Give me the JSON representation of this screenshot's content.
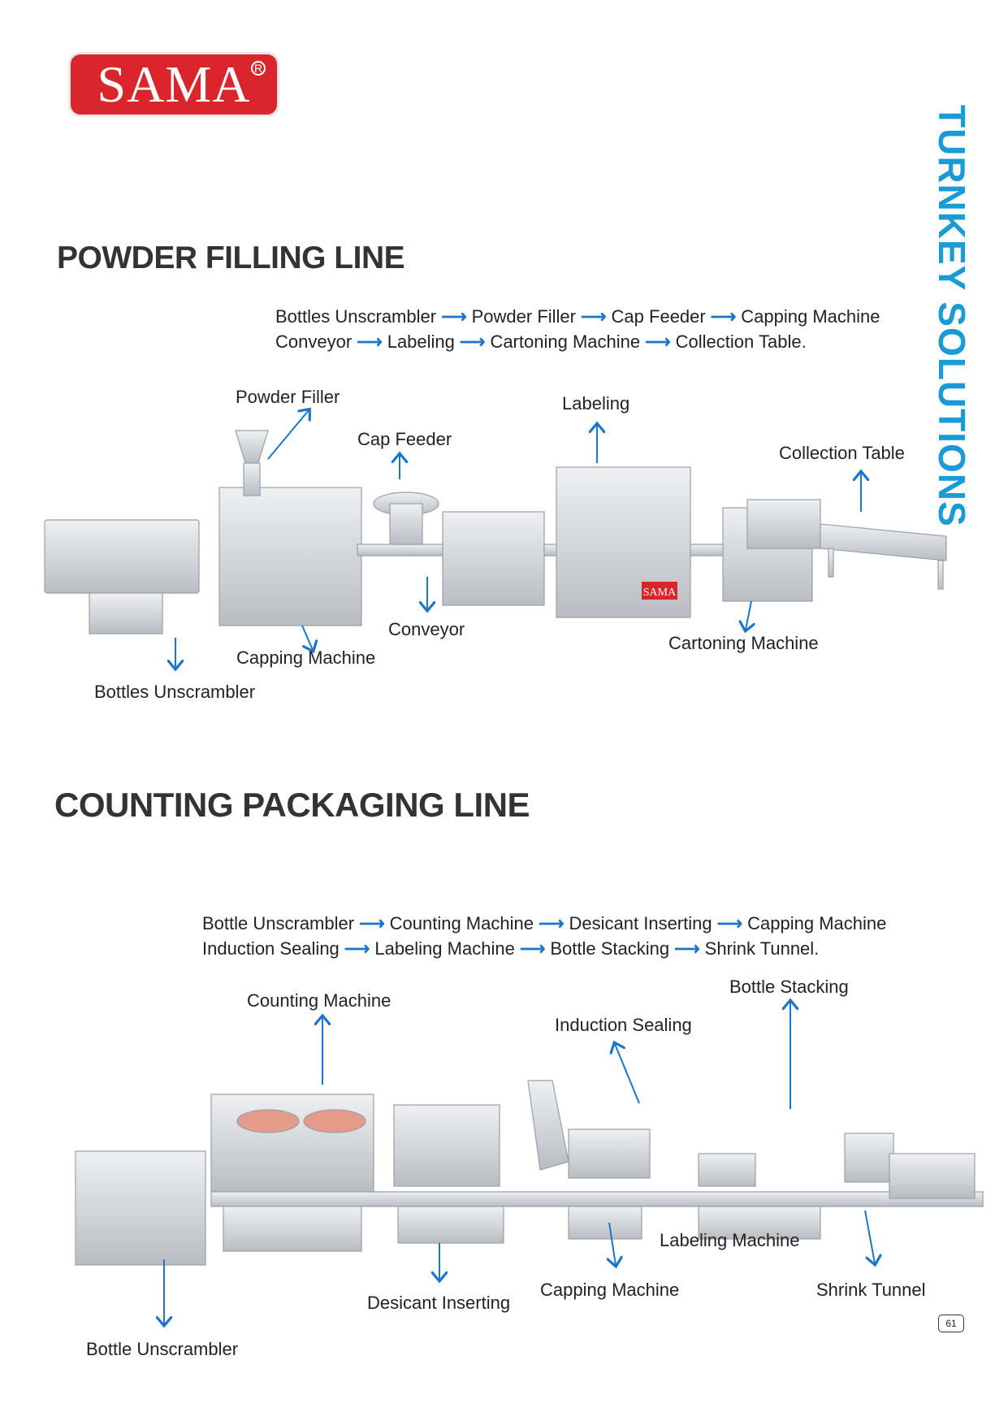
{
  "logo": {
    "text": "SAMA",
    "mark": "R"
  },
  "side_title": "TURNKEY SOLUTIONS",
  "powder": {
    "title": "POWDER FILLING LINE",
    "flow_line1": [
      "Bottles Unscrambler",
      "Powder Filler",
      "Cap Feeder",
      "Capping Machine"
    ],
    "flow_line2": [
      "Conveyor",
      "Labeling",
      "Cartoning Machine",
      "Collection Table."
    ],
    "labels": {
      "powder_filler": "Powder Filler",
      "cap_feeder": "Cap Feeder",
      "labeling": "Labeling",
      "collection_table": "Collection Table",
      "conveyor": "Conveyor",
      "cartoning_machine": "Cartoning Machine",
      "capping_machine": "Capping Machine",
      "bottles_unscrambler": "Bottles Unscrambler"
    },
    "machine_badge": "SAMA"
  },
  "counting": {
    "title": "COUNTING PACKAGING LINE",
    "flow_line1": [
      "Bottle Unscrambler",
      "Counting Machine",
      "Desicant Inserting",
      "Capping Machine"
    ],
    "flow_line2": [
      "Induction Sealing",
      "Labeling Machine",
      "Bottle Stacking",
      "Shrink Tunnel."
    ],
    "labels": {
      "counting_machine": "Counting Machine",
      "bottle_stacking": "Bottle Stacking",
      "induction_sealing": "Induction Sealing",
      "labeling_machine": "Labeling Machine",
      "capping_machine": "Capping Machine",
      "shrink_tunnel": "Shrink Tunnel",
      "desicant_inserting": "Desicant Inserting",
      "bottle_unscrambler": "Bottle Unscrambler"
    }
  },
  "page_number": "61",
  "colors": {
    "brand_red": "#d9252b",
    "accent_blue": "#1a9ad6",
    "arrow_blue": "#1b75c9"
  }
}
